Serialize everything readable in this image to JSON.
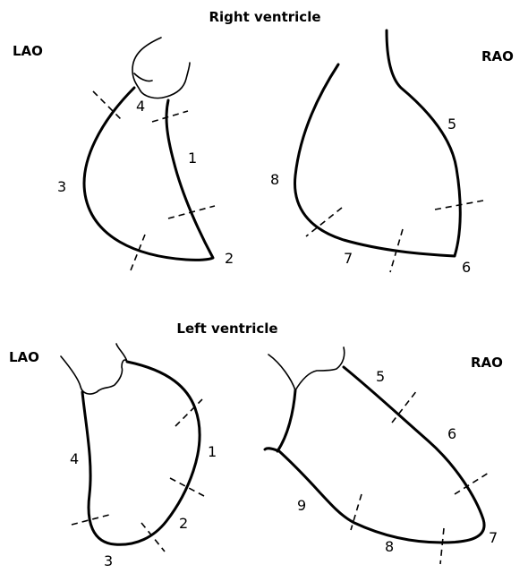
{
  "right_ventricle": {
    "title": "Right ventricle",
    "lao": {
      "label": "LAO",
      "segments": [
        "1",
        "2",
        "3",
        "4"
      ]
    },
    "rao": {
      "label": "RAO",
      "segments": [
        "5",
        "6",
        "7",
        "8"
      ]
    }
  },
  "left_ventricle": {
    "title": "Left ventricle",
    "lao": {
      "label": "LAO",
      "segments": [
        "1",
        "2",
        "3",
        "4"
      ]
    },
    "rao": {
      "label": "RAO",
      "segments": [
        "5",
        "6",
        "7",
        "8",
        "9"
      ]
    }
  }
}
